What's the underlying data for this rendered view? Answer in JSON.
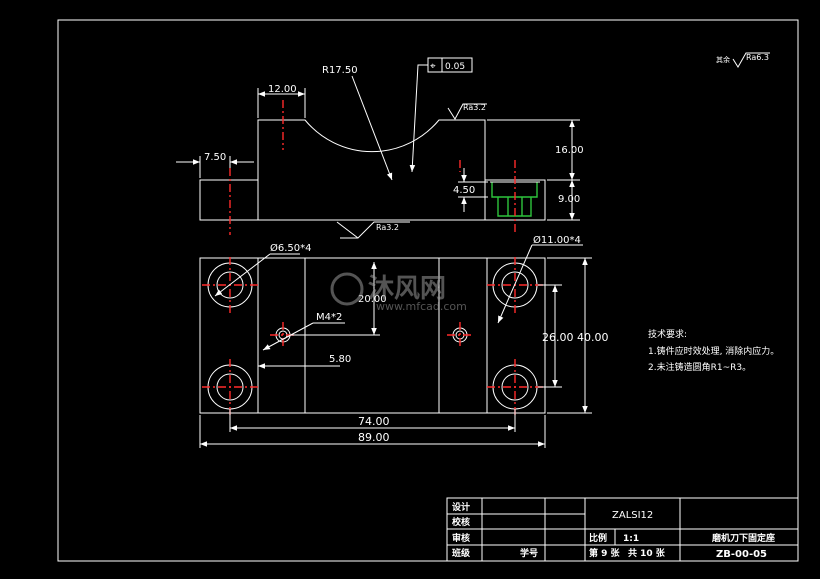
{
  "colors": {
    "background": "#000000",
    "line": "#ffffff",
    "centerline": "#ff2a2a",
    "hidden": "#2ec43c",
    "watermark": "#9a9a9a"
  },
  "surface_finish": {
    "general_label": "其余",
    "general_value": "Ra6.3",
    "arc_value": "Ra3.2",
    "bottom_value": "Ra3.2"
  },
  "tolerance": {
    "symbol": "⌖",
    "value": "0.05"
  },
  "dims_front": {
    "radius": "R17.50",
    "top_width": "12.00",
    "left_step": "7.50",
    "height_upper": "16.00",
    "height_lower": "9.00",
    "counterbore": "4.50"
  },
  "dims_top": {
    "hole_left": "Ø6.50*4",
    "hole_right": "Ø11.00*4",
    "thread": "M4*2",
    "offset_y": "20.00",
    "offset_x": "5.80",
    "inner_height": "26.00",
    "outer_height": "40.00",
    "hole_span": "74.00",
    "overall_width": "89.00"
  },
  "watermark": {
    "brand": "沐风网",
    "url": "www.mfcad.com"
  },
  "tech_notes": {
    "heading": "技术要求:",
    "line1": "1.铸件应时效处理, 消除内应力。",
    "line2": "2.未注铸造圆角R1~R3。"
  },
  "title_block": {
    "design": "设计",
    "check": "校核",
    "review": "审核",
    "class": "班级",
    "student_no": "学号",
    "material": "ZALSI12",
    "scale_label": "比例",
    "scale_value": "1:1",
    "sheet_label": "第 9 张",
    "total_label": "共 10 张",
    "part_name": "磨机刀下固定座",
    "drawing_no": "ZB-00-05"
  }
}
